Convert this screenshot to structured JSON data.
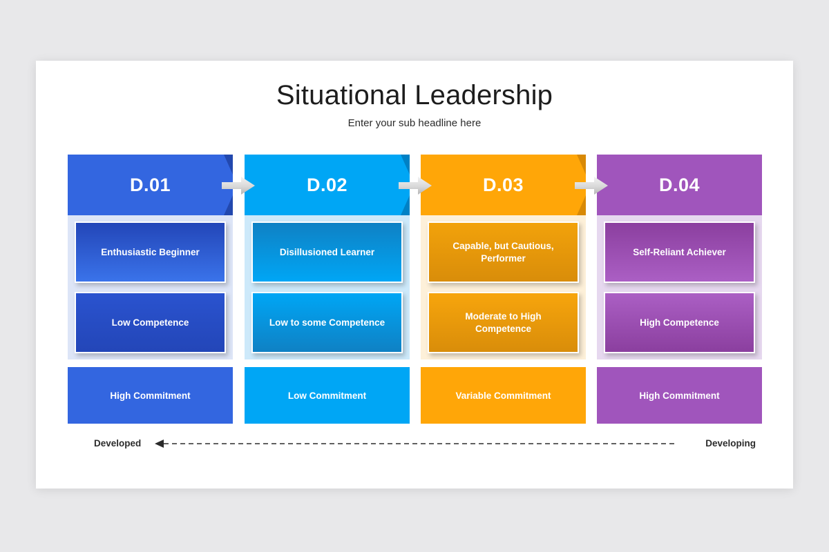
{
  "slide": {
    "title": "Situational Leadership",
    "subtitle": "Enter your sub headline here",
    "background_color": "#e8e8ea",
    "card_color": "#ffffff"
  },
  "columns": [
    {
      "header": "D.01",
      "development_level": "Enthusiastic Beginner",
      "competence": "Low Competence",
      "commitment": "High Commitment",
      "accent_color": "#3366e0",
      "pane_tint": "#dde5f7",
      "gradient_from": "#2346b8",
      "gradient_to": "#3a73ea"
    },
    {
      "header": "D.02",
      "development_level": "Disillusioned Learner",
      "competence": "Low to some Competence",
      "commitment": "Low Commitment",
      "accent_color": "#00a6f5",
      "pane_tint": "#cde9fa",
      "gradient_from": "#0f81c4",
      "gradient_to": "#00a6f5"
    },
    {
      "header": "D.03",
      "development_level": "Capable, but Cautious, Performer",
      "competence": "Moderate to High Competence",
      "commitment": "Variable Commitment",
      "accent_color": "#ffa608",
      "pane_tint": "#fdf0d9",
      "gradient_from": "#d98d0a",
      "gradient_to": "#f7a50c"
    },
    {
      "header": "D.04",
      "development_level": "Self-Reliant Achiever",
      "competence": "High Competence",
      "commitment": "High Commitment",
      "accent_color": "#a055bc",
      "pane_tint": "#e6d8ef",
      "gradient_from": "#8b3f9f",
      "gradient_to": "#ab5fc4"
    }
  ],
  "connectors": [
    {
      "icon": "arrow-right-icon"
    },
    {
      "icon": "arrow-right-icon"
    },
    {
      "icon": "arrow-right-icon"
    }
  ],
  "axis": {
    "left_label": "Developed",
    "right_label": "Developing",
    "icon": "dashed-arrow-left-icon",
    "line_color": "#2b2b2b",
    "style": "dashed"
  }
}
